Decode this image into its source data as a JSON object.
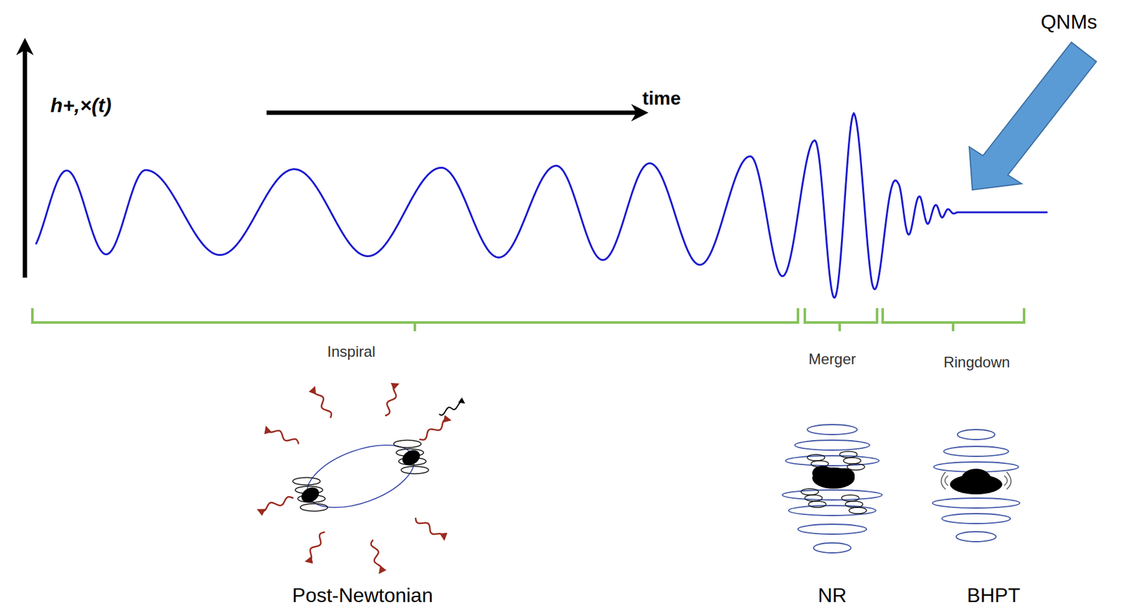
{
  "diagram": {
    "labels": [
      "QNMs",
      "h+,×(t)",
      "time",
      "Inspiral",
      "Merger",
      "Ringdown",
      "Post-Newtonian",
      "NR",
      "BHPT"
    ]
  }
}
